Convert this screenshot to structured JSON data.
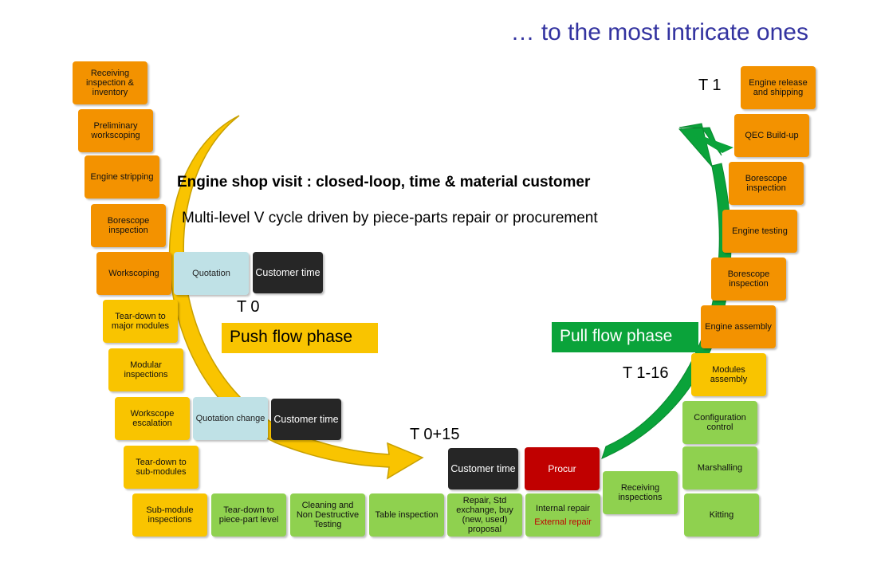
{
  "title": "… to the most intricate ones",
  "heading": "Engine shop visit : closed-loop, time & material customer",
  "subheading": "Multi-level V cycle driven by piece-parts repair or procurement",
  "time_labels": {
    "t0": "T 0",
    "t1": "T 1",
    "t0_15": "T 0+15",
    "t1_16": "T 1-16"
  },
  "phases": {
    "push": "Push flow phase",
    "pull": "Pull flow phase"
  },
  "colors": {
    "orange": "#f39200",
    "yellow": "#f9c400",
    "green": "#8fd14f",
    "light_blue": "#bfe1e6",
    "black": "#262626",
    "red": "#c00000",
    "push_arrow": "#c8a000",
    "pull_arrow": "#1aa64a",
    "title": "#3333a0"
  },
  "left_steps": [
    "Receiving inspection & inventory",
    "Preliminary workscoping",
    "Engine stripping",
    "Borescope inspection",
    "Workscoping",
    "Tear-down to major modules",
    "Modular inspections",
    "Workscope escalation",
    "Tear-down to sub-modules",
    "Sub-module inspections"
  ],
  "bottom_steps": [
    "Tear-down to piece-part level",
    "Cleaning and Non Destructive Testing",
    "Table inspection",
    "Repair, Std exchange, buy (new, used) proposal"
  ],
  "repair": {
    "internal": "Internal repair",
    "external": "External repair"
  },
  "right_steps": [
    "Engine release and shipping",
    "QEC Build-up",
    "Borescope inspection",
    "Engine testing",
    "Borescope inspection",
    "Engine assembly",
    "Modules assembly",
    "Configuration control",
    "Marshalling",
    "Kitting",
    "Receiving inspections"
  ],
  "quotation": "Quotation",
  "quotation_change": "Quotation change",
  "customer_time": "Customer time",
  "procur": "Procur"
}
